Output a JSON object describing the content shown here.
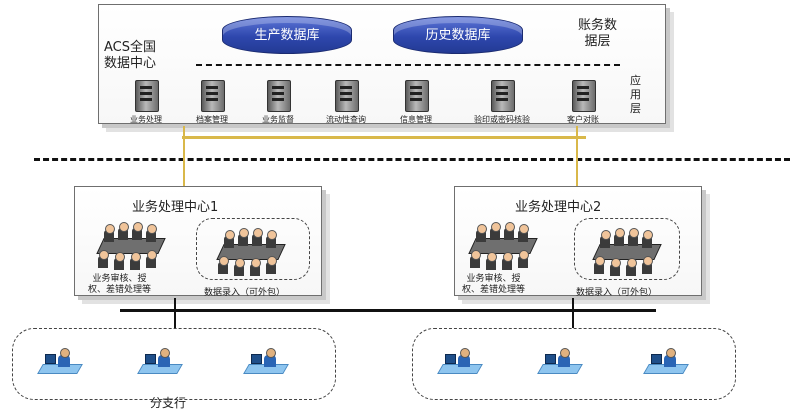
{
  "top": {
    "center_label": "ACS全国\n数据中心",
    "db_production": "生产数据库",
    "db_history": "历史数据库",
    "data_layer_label": "账务数\n据层",
    "app_layer_label": "应\n用\n层",
    "servers": [
      "业务处理",
      "档案管理",
      "业务监督",
      "流动性查询",
      "信息管理",
      "验印或密码核验",
      "客户对账"
    ]
  },
  "centers": [
    {
      "title": "业务处理中心1",
      "left_caption": "业务审核、授\n权、差错处理等",
      "right_caption": "数据录入（可外包）"
    },
    {
      "title": "业务处理中心2",
      "left_caption": "业务审核、授\n权、差错处理等",
      "right_caption": "数据录入（可外包）"
    }
  ],
  "branch_label": "分支行",
  "colors": {
    "db_blue": "#2e47ad",
    "link_gold": "#d9b84a",
    "desk_blue": "#8ec5ef"
  }
}
